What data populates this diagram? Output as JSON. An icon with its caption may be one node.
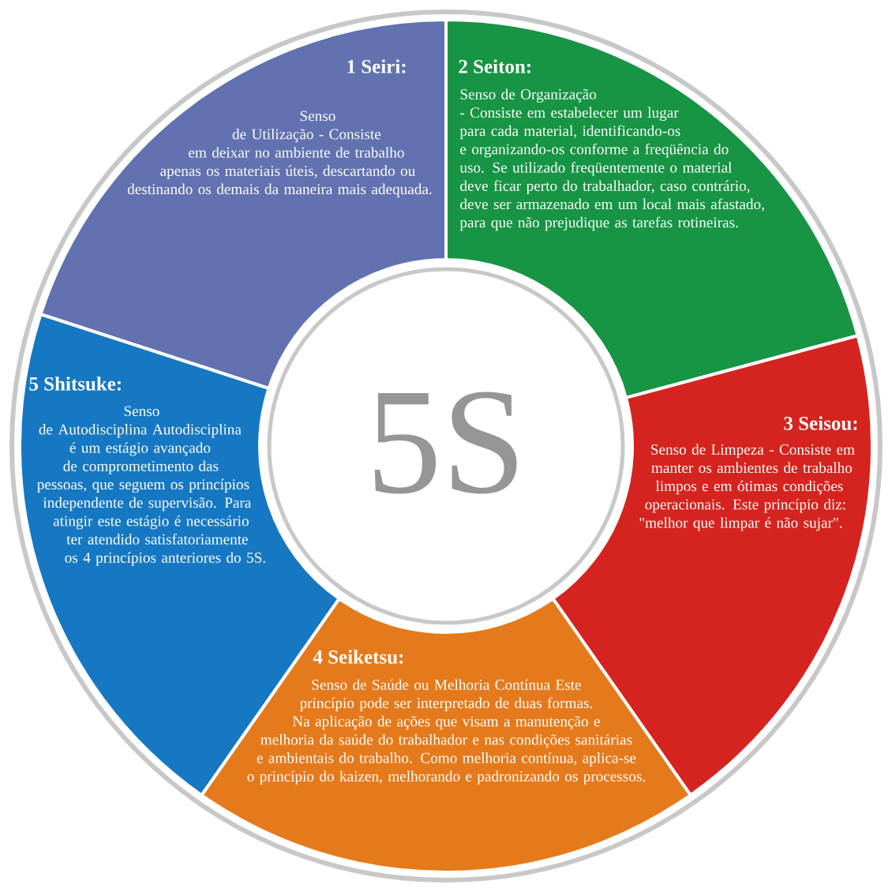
{
  "diagram": {
    "nodes": [
      {
        "text": [
          "1 Seiri:",
          "Senso de Utilização - Consiste em deixar no ambiente de trabalho apenas os materiais úteis, descartando ou destinando os demais da maneira mais adequada."
        ]
      },
      {
        "text": [
          "2 Seiton:",
          "Senso de Organização - Consiste em estabelecer um lugar para cada material, identificando-os e organizando-os conforme a freqüência do uso. Se utilizado freqüentemente o material deve ficar perto do trabalhador, caso contrário, deve ser armazenado em um local mais afastado, para que não prejudique as tarefas rotineiras."
        ]
      },
      {
        "text": [
          "3 Seisou:",
          "Senso de Limpeza - Consiste em manter os ambientes de trabalho limpos e em ótimas condições operacionais. Este princípio diz: \"melhor que limpar é não sujar\"."
        ]
      },
      {
        "text": [
          "4 Seiketsu:",
          "Senso de Saúde ou Melhoria Contínua Este princípio pode ser interpretado de duas formas. Na aplicação de ações que visam a manutenção e melhoria da saúde do trabalhador e nas condições sanitárias e ambientais do trabalho. Como melhoria contínua, aplica-se o princípio do kaizen, melhorando e padronizando os processos."
        ]
      },
      {
        "text": [
          "5 Shitsuke:",
          "Senso de Autodisciplina Autodisciplina é um estágio avançado de comprometimento das pessoas, que seguem os princípios independente de supervisão. Para atingir este estágio é necessário ter atendido satisfatoriamente os 4 princípios anteriores do 5S."
        ]
      },
      {
        "text": [
          "5S"
        ]
      }
    ]
  }
}
